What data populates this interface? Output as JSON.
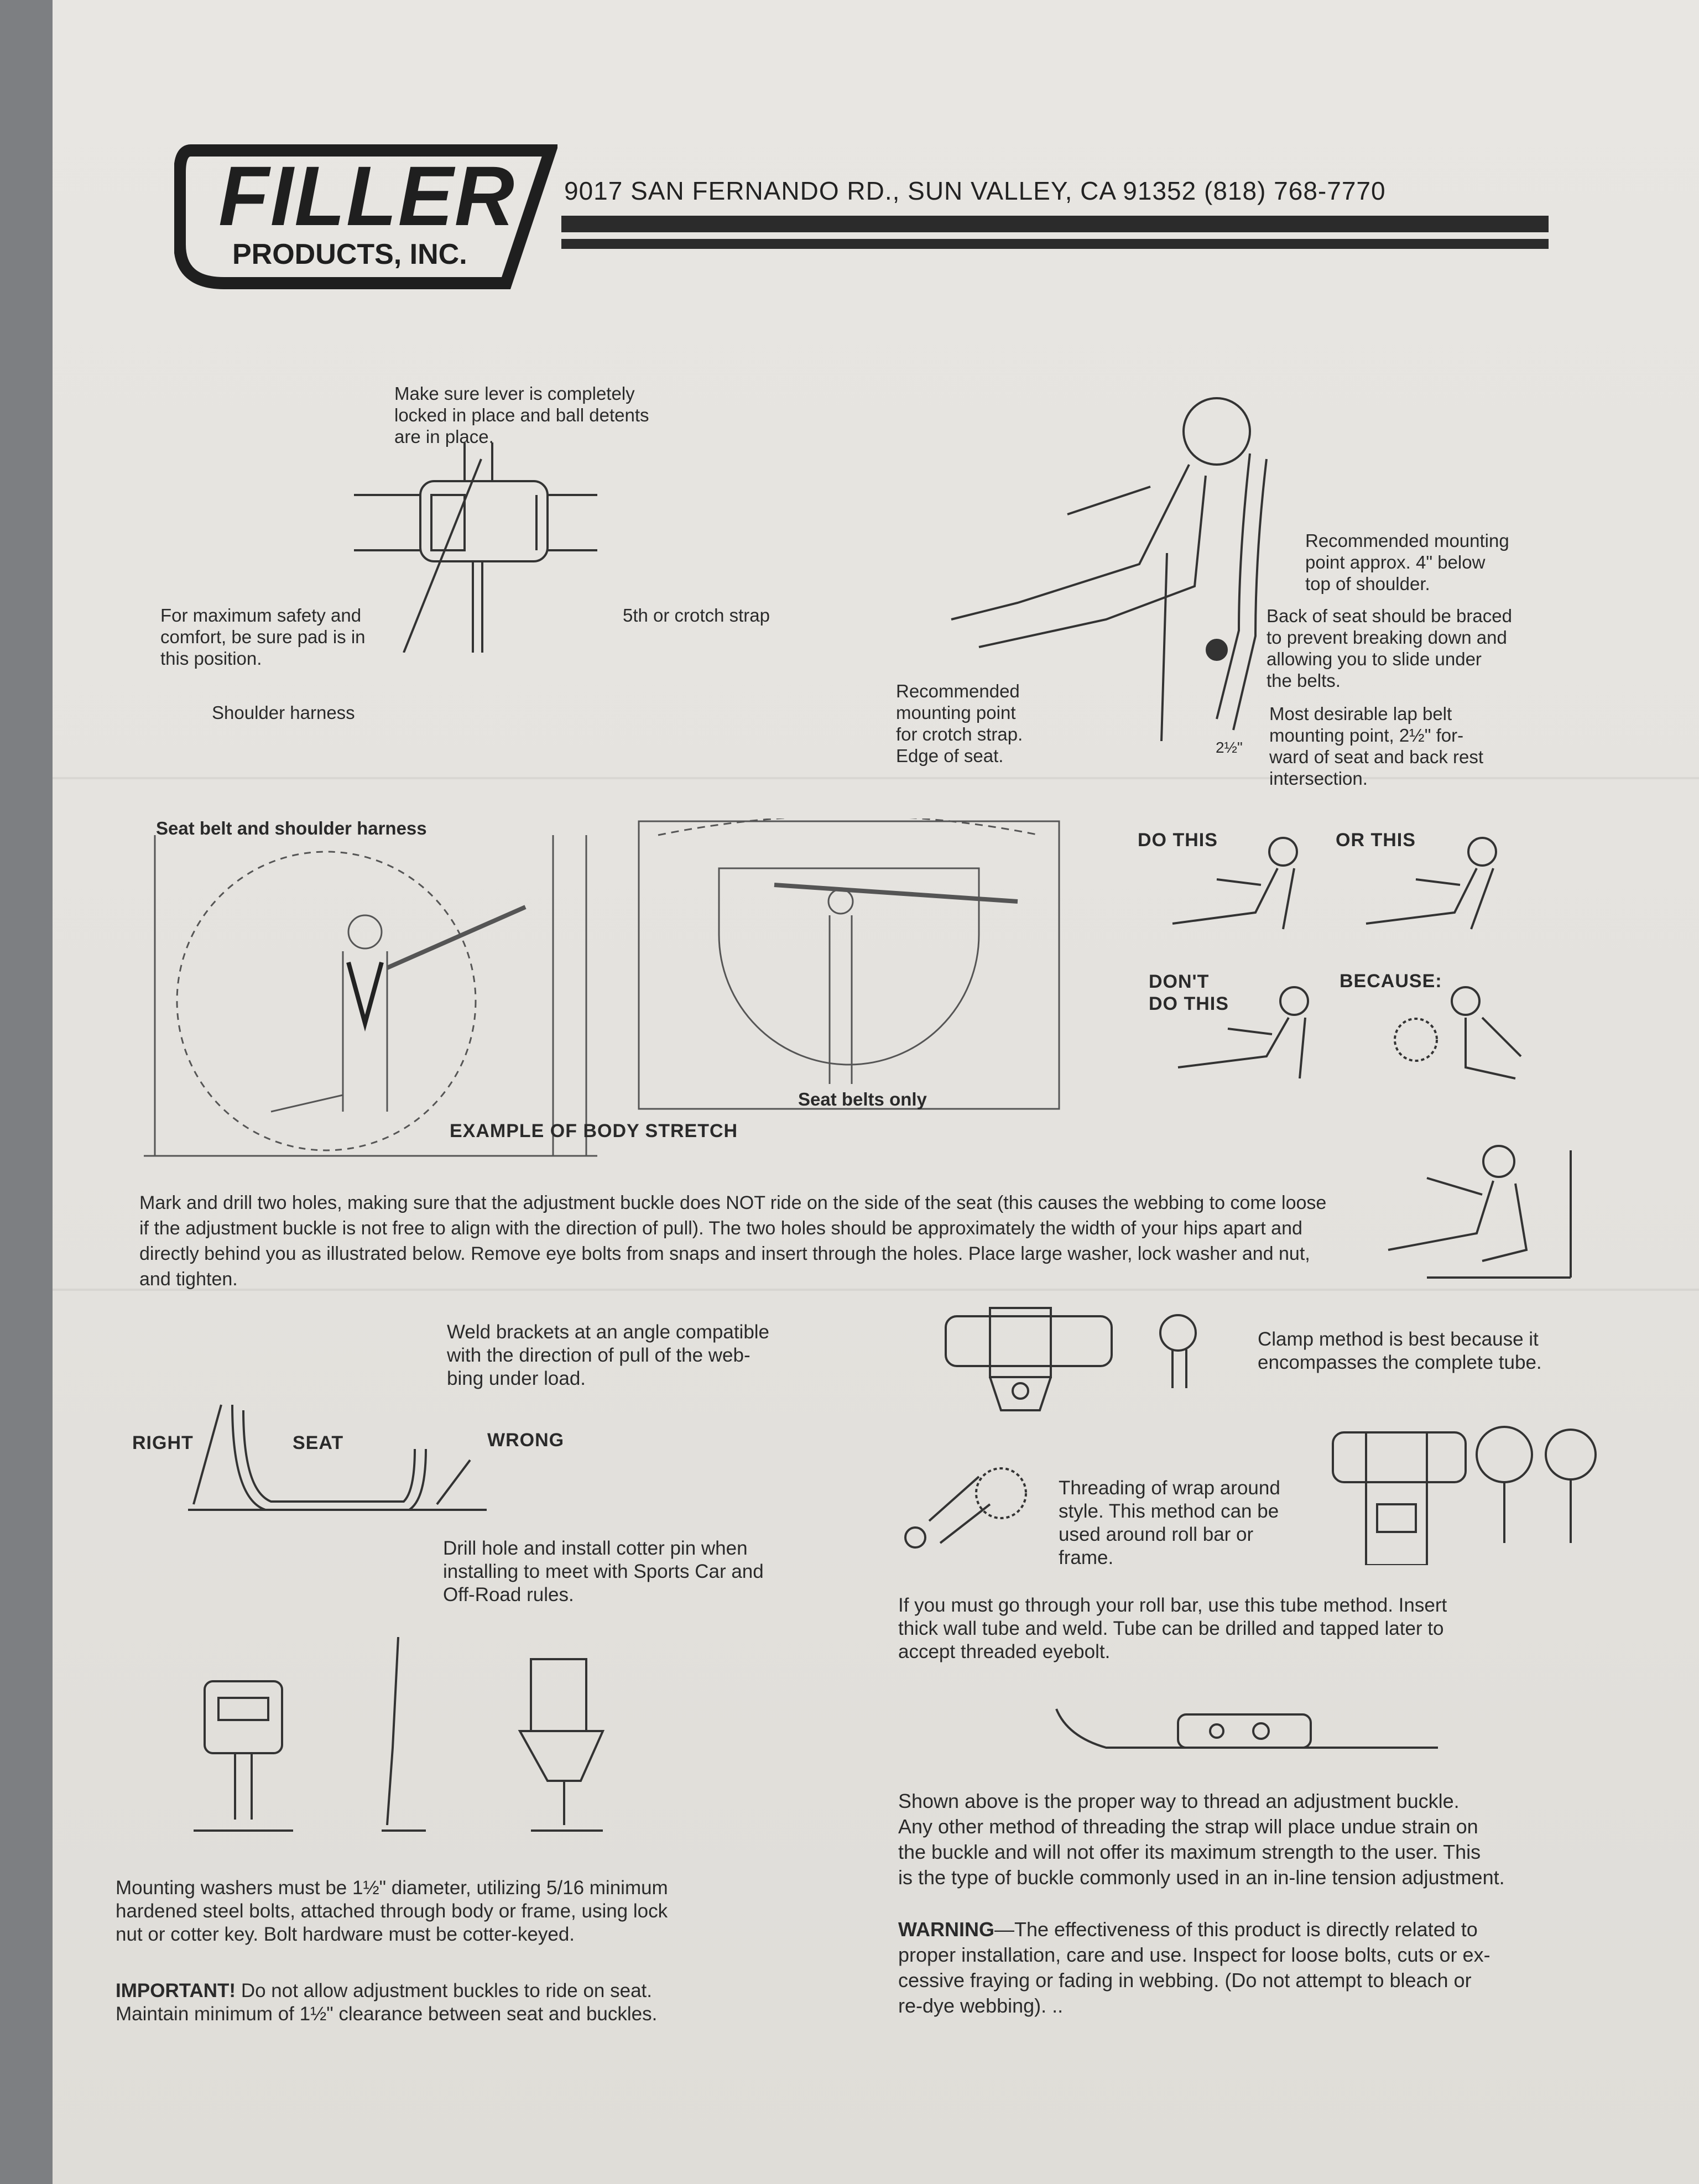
{
  "header": {
    "logo_main": "FILLER",
    "logo_sub": "PRODUCTS, INC.",
    "address": "9017 SAN FERNANDO RD., SUN VALLEY, CA 91352 (818) 768-7770"
  },
  "buckle_diagram": {
    "lever_note": "Make sure lever is completely\nlocked in place and ball detents\nare in place.",
    "pad_note": "For maximum safety and\ncomfort, be sure pad is in\nthis position.",
    "crotch_label": "5th or crotch strap",
    "shoulder_label": "Shoulder harness"
  },
  "seat_diagram": {
    "shoulder_mount": "Recommended mounting\npoint approx. 4\" below\ntop of shoulder.",
    "back_brace": "Back of seat should be braced\nto prevent breaking down and\nallowing you to slide under\nthe belts.",
    "crotch_mount": "Recommended\nmounting point\nfor crotch strap.\nEdge of seat.",
    "measure": "2½\"",
    "lap_mount": "Most desirable lap belt\nmounting point, 2½\" for-\nward of seat and back rest\nintersection."
  },
  "stretch": {
    "title_left": "Seat belt and shoulder harness",
    "title_right": "Seat belts only",
    "caption": "EXAMPLE OF BODY STRETCH"
  },
  "posture": {
    "do_this": "DO THIS",
    "or_this": "OR THIS",
    "dont": "DON'T\nDO THIS",
    "because": "BECAUSE:"
  },
  "instructions": {
    "drill_paragraph": "Mark and drill two holes, making sure that the adjustment buckle does NOT ride on the side of the seat (this causes the webbing to come loose if the adjustment buckle is not free to align with the direction of pull). The two holes should be approximately the width of your hips apart and directly behind you as illustrated below. Remove eye bolts from snaps and insert through the holes. Place large washer, lock washer and nut, and tighten.",
    "weld_note": "Weld brackets at an angle compatible\nwith the direction of pull of the web-\nbing under load.",
    "right": "RIGHT",
    "seat": "SEAT",
    "wrong": "WRONG",
    "cotter_note": "Drill hole and install cotter pin when\ninstalling to meet with Sports Car and\nOff-Road rules.",
    "washers_note": "Mounting washers must be 1½\" diameter, utilizing 5/16 minimum\nhardened steel bolts, attached through body or frame, using lock\nnut or cotter key. Bolt hardware must be cotter-keyed.",
    "important_label": "IMPORTANT!",
    "important_text": " Do not allow adjustment buckles to ride on seat.\nMaintain minimum of 1½\" clearance between seat and buckles.",
    "clamp_note": "Clamp method is best because it\nencompasses the complete tube.",
    "wrap_note": "Threading of wrap around\nstyle. This method can be\nused around roll bar or\nframe.",
    "tube_note": "If you must go through your roll bar, use this tube method. Insert\nthick wall tube and weld. Tube can be drilled and tapped later to\naccept threaded eyebolt.",
    "thread_note": "Shown above is the proper way to thread an adjustment buckle.\nAny other method of threading the strap will place undue strain on\nthe buckle and will not offer its maximum strength to the user. This\nis the type of buckle commonly used in an in-line tension adjustment.",
    "warning_label": "WARNING",
    "warning_text": "—The effectiveness of this product is directly related to\nproper installation, care and use. Inspect for loose bolts, cuts or ex-\ncessive fraying or fading in webbing. (Do not attempt to bleach or\nre-dye webbing).   .."
  }
}
